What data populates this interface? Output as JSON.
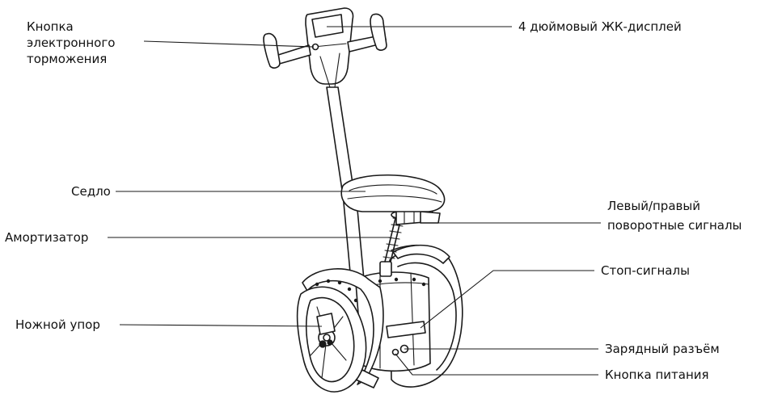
{
  "labels": {
    "brake_button": [
      "Кнопка",
      "электронного",
      "торможения"
    ],
    "lcd_display": "4 дюймовый ЖК-дисплей",
    "saddle": "Седло",
    "turn_signals": [
      "Левый/правый",
      "поворотные сигналы"
    ],
    "shock_absorber": "Амортизатор",
    "stop_lights": "Стоп-сигналы",
    "footrest": "Ножной упор",
    "charging_port": "Зарядный разъём",
    "power_button": "Кнопка питания"
  }
}
